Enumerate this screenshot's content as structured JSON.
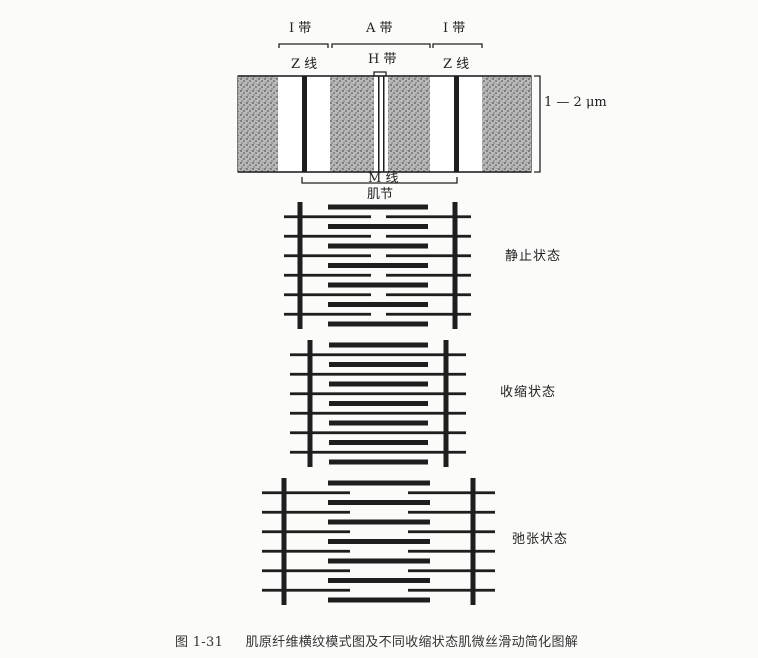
{
  "figure": {
    "number": "图 1-31",
    "title": "肌原纤维横纹模式图及不同收缩状态肌微丝滑动简化图解"
  },
  "sarcomere_diagram": {
    "band_labels": {
      "i_band_left": "I 带",
      "a_band": "A 带",
      "i_band_right": "I 带",
      "h_band": "H 带",
      "z_line_left": "Z 线",
      "z_line_right": "Z 线",
      "m_line": "M 线",
      "sarcomere": "肌节",
      "thickness": "1 — 2 μm"
    }
  },
  "states": [
    {
      "label": "静止状态",
      "name": "resting"
    },
    {
      "label": "收缩状态",
      "name": "contracted"
    },
    {
      "label": "弛张状态",
      "name": "relaxed"
    }
  ],
  "colors": {
    "ink": "#1e1e1e",
    "stipple": "#8a8a8a",
    "background": "#fbfbfa"
  }
}
